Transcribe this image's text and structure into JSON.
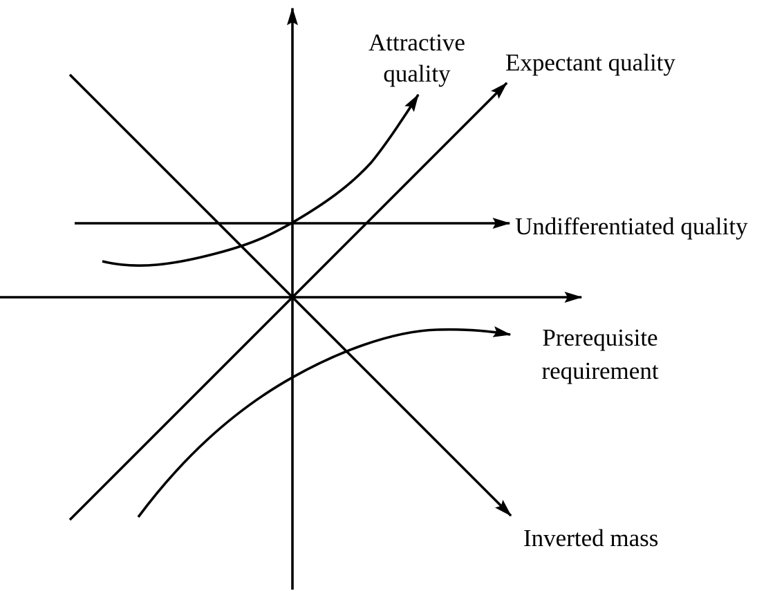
{
  "diagram": {
    "background_color": "#ffffff",
    "ink_color": "#000000",
    "labels": {
      "attractive": {
        "line1": "Attractive",
        "line2": "quality"
      },
      "expectant": "Expectant quality",
      "undifferentiated": "Undifferentiated quality",
      "prerequisite": {
        "line1": "Prerequisite",
        "line2": "requirement"
      },
      "inverted_mass": "Inverted mass"
    },
    "elements": [
      {
        "name": "vertical-axis",
        "type": "axis",
        "direction": "arrow-up"
      },
      {
        "name": "horizontal-axis",
        "type": "axis",
        "direction": "arrow-right"
      },
      {
        "name": "undifferentiated-quality-line",
        "type": "horizontal-line",
        "direction": "arrow-right"
      },
      {
        "name": "expectant-quality-line",
        "type": "diagonal-line",
        "direction": "arrow-up-right"
      },
      {
        "name": "attractive-quality-curve",
        "type": "convex-rising-curve",
        "direction": "arrow-up-right"
      },
      {
        "name": "prerequisite-requirement-curve",
        "type": "concave-rising-curve",
        "direction": "arrow-right"
      },
      {
        "name": "inverted-mass-line",
        "type": "diagonal-line",
        "direction": "arrow-down-right"
      }
    ]
  }
}
